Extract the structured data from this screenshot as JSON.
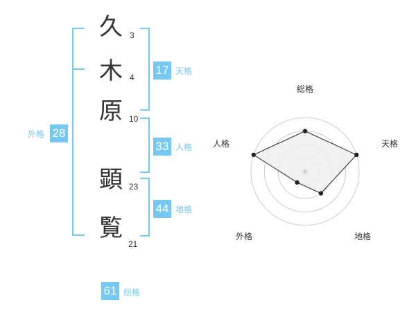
{
  "name": {
    "chars": [
      {
        "char": "久",
        "strokes": "3"
      },
      {
        "char": "木",
        "strokes": "4"
      },
      {
        "char": "原",
        "strokes": "10"
      },
      {
        "char": "顕",
        "strokes": "23"
      },
      {
        "char": "覧",
        "strokes": "21"
      }
    ]
  },
  "kaku": {
    "tenkaku": {
      "value": "17",
      "label": "天格"
    },
    "jinkaku": {
      "value": "33",
      "label": "人格"
    },
    "chikaku": {
      "value": "44",
      "label": "地格"
    },
    "gaikaku": {
      "value": "28",
      "label": "外格"
    },
    "soukaku": {
      "value": "61",
      "label": "総格"
    }
  },
  "chart_data": {
    "type": "radar",
    "axes": [
      "総格",
      "天格",
      "地格",
      "外格",
      "人格"
    ],
    "rings": 4,
    "values": [
      3,
      4,
      2,
      1,
      4
    ],
    "max": 5,
    "colors": {
      "fill": "#eeeeee",
      "line": "#222222",
      "ring": "#cccccc",
      "accent": "#74c8f2"
    }
  }
}
